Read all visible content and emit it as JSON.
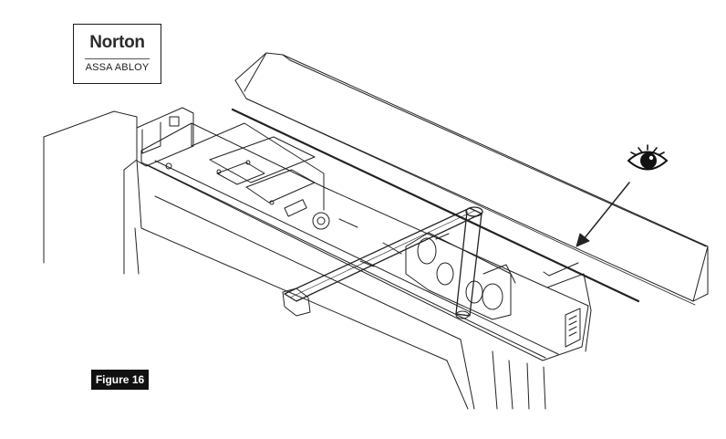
{
  "logo": {
    "brand": "Norton",
    "subbrand": "ASSA ABLOY"
  },
  "figure": {
    "label": "Figure 16"
  },
  "icons": {
    "view_indicator": "eye-icon",
    "direction_indicator": "arrow-icon"
  }
}
